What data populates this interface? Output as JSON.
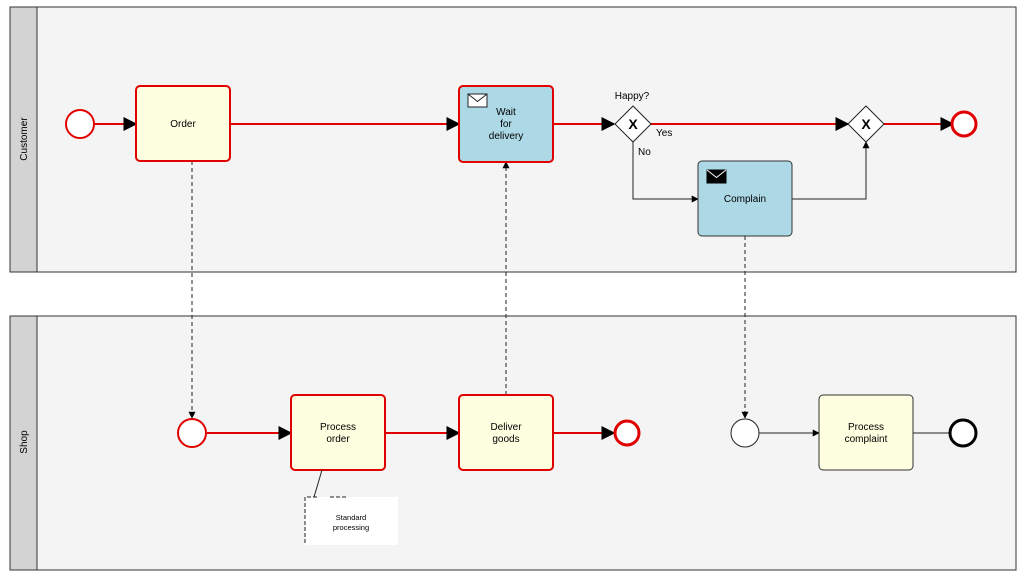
{
  "lanes": {
    "customer": {
      "label": "Customer"
    },
    "shop": {
      "label": "Shop"
    }
  },
  "tasks": {
    "order": {
      "lines": [
        "Order"
      ]
    },
    "wait_for_delivery": {
      "lines": [
        "Wait",
        "for",
        "delivery"
      ]
    },
    "complain": {
      "lines": [
        "Complain"
      ]
    },
    "process_order": {
      "lines": [
        "Process",
        "order"
      ]
    },
    "deliver_goods": {
      "lines": [
        "Deliver",
        "goods"
      ]
    },
    "process_complaint": {
      "lines": [
        "Process",
        "complaint"
      ]
    }
  },
  "gateways": {
    "happy": {
      "symbol": "X",
      "question": "Happy?",
      "yes_label": "Yes",
      "no_label": "No"
    },
    "merge": {
      "symbol": "X"
    }
  },
  "annotation": {
    "lines": [
      "Standard",
      "processing"
    ]
  },
  "colors": {
    "lane_fill": "#f4f4f4",
    "lane_header": "#d3d3d3",
    "task_yellow": "#fefee0",
    "task_blue": "#add8e6",
    "highlight": "#e00000",
    "stroke": "#333333"
  }
}
